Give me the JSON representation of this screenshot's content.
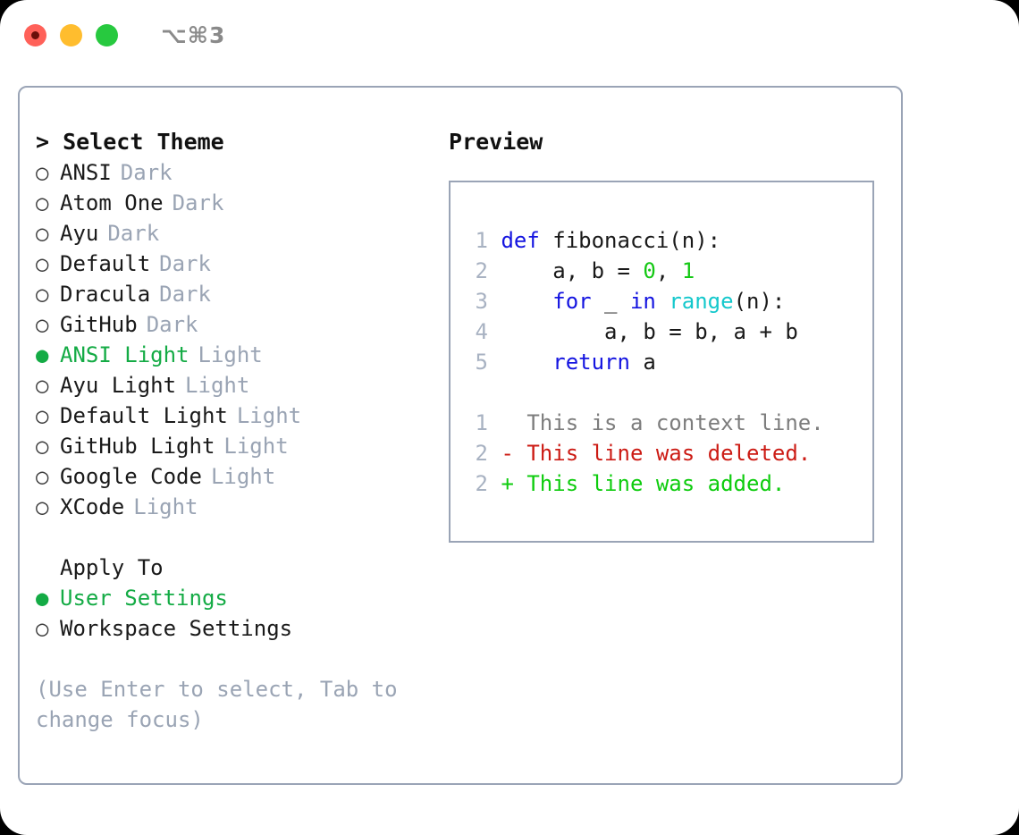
{
  "titlebar": {
    "shortcut": "⌥⌘3",
    "buttons": [
      {
        "name": "close",
        "color": "#ff6159"
      },
      {
        "name": "minimize",
        "color": "#ffbd2e"
      },
      {
        "name": "zoom",
        "color": "#27c93f"
      }
    ]
  },
  "colors": {
    "accent_green": "#14ab45",
    "muted": "#9aa4b4",
    "border": "#9aa4b6",
    "keyword_blue": "#1414e0",
    "function_cyan": "#14c8cc",
    "number_green": "#14c814",
    "diff_add": "#0ecc0e",
    "diff_del": "#cc1b14",
    "diff_ctx": "#7d7d7d",
    "line_number": "#a8b2c2"
  },
  "theme_list": {
    "title": "> Select Theme",
    "selected_marker": "●",
    "unselected_marker": "○",
    "items": [
      {
        "name": "ANSI",
        "kind": "Dark",
        "selected": false
      },
      {
        "name": "Atom One",
        "kind": "Dark",
        "selected": false
      },
      {
        "name": "Ayu",
        "kind": "Dark",
        "selected": false
      },
      {
        "name": "Default",
        "kind": "Dark",
        "selected": false
      },
      {
        "name": "Dracula",
        "kind": "Dark",
        "selected": false
      },
      {
        "name": "GitHub",
        "kind": "Dark",
        "selected": false
      },
      {
        "name": "ANSI Light",
        "kind": "Light",
        "selected": true
      },
      {
        "name": "Ayu Light",
        "kind": "Light",
        "selected": false
      },
      {
        "name": "Default Light",
        "kind": "Light",
        "selected": false
      },
      {
        "name": "GitHub Light",
        "kind": "Light",
        "selected": false
      },
      {
        "name": "Google Code",
        "kind": "Light",
        "selected": false
      },
      {
        "name": "XCode",
        "kind": "Light",
        "selected": false
      }
    ]
  },
  "apply_to": {
    "title": "Apply To",
    "options": [
      {
        "label": "User Settings",
        "selected": true
      },
      {
        "label": "Workspace Settings",
        "selected": false
      }
    ]
  },
  "hint": "(Use Enter to select, Tab to change focus)",
  "preview": {
    "title": "Preview",
    "code_lines": [
      {
        "n": "1",
        "tokens": [
          {
            "t": "def",
            "c": "kw"
          },
          {
            "t": " fibonacci(n):",
            "c": "plain"
          }
        ]
      },
      {
        "n": "2",
        "tokens": [
          {
            "t": "    a, b = ",
            "c": "plain"
          },
          {
            "t": "0",
            "c": "num"
          },
          {
            "t": ", ",
            "c": "plain"
          },
          {
            "t": "1",
            "c": "num"
          }
        ]
      },
      {
        "n": "3",
        "tokens": [
          {
            "t": "    ",
            "c": "plain"
          },
          {
            "t": "for",
            "c": "kw"
          },
          {
            "t": " _ ",
            "c": "plain"
          },
          {
            "t": "in",
            "c": "kw"
          },
          {
            "t": " ",
            "c": "plain"
          },
          {
            "t": "range",
            "c": "fn"
          },
          {
            "t": "(n):",
            "c": "plain"
          }
        ]
      },
      {
        "n": "4",
        "tokens": [
          {
            "t": "        a, b = b, a + b",
            "c": "plain"
          }
        ]
      },
      {
        "n": "5",
        "tokens": [
          {
            "t": "    ",
            "c": "plain"
          },
          {
            "t": "return",
            "c": "kw"
          },
          {
            "t": " a",
            "c": "plain"
          }
        ]
      }
    ],
    "diff_lines": [
      {
        "n": "1",
        "sign": " ",
        "text": " This is a context line.",
        "kind": "ctx"
      },
      {
        "n": "2",
        "sign": "-",
        "text": " This line was deleted.",
        "kind": "del"
      },
      {
        "n": "2",
        "sign": "+",
        "text": " This line was added.",
        "kind": "add"
      }
    ]
  }
}
